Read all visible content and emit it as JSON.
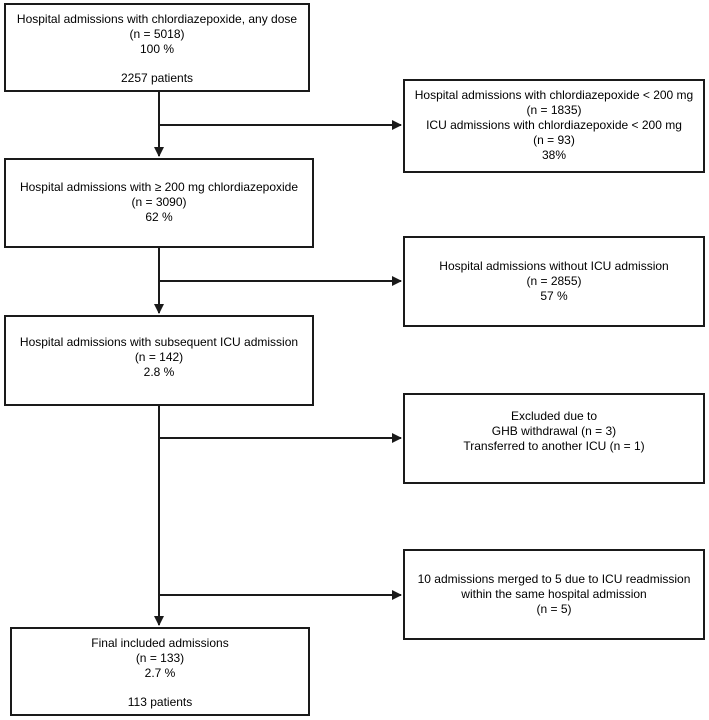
{
  "flowchart": {
    "box1": {
      "lines": [
        "Hospital admissions with chlordiazepoxide, any dose",
        "(n = 5018)",
        "100 %",
        "2257 patients"
      ]
    },
    "box2": {
      "lines": [
        "Hospital admissions with chlordiazepoxide < 200 mg",
        "(n = 1835)",
        "ICU admissions with chlordiazepoxide < 200 mg",
        "(n = 93)",
        "38%"
      ]
    },
    "box3": {
      "lines": [
        "Hospital admissions with ≥ 200 mg chlordiazepoxide",
        "(n = 3090)",
        "62 %"
      ]
    },
    "box4": {
      "lines": [
        "Hospital admissions without ICU admission",
        "(n = 2855)",
        "57 %"
      ]
    },
    "box5": {
      "lines": [
        "Hospital admissions with subsequent ICU admission",
        "(n = 142)",
        "2.8 %"
      ]
    },
    "box6": {
      "lines": [
        "Excluded due to",
        "GHB withdrawal (n = 3)",
        "Transferred to another ICU (n = 1)"
      ]
    },
    "box7": {
      "lines": [
        "10 admissions merged to 5 due to ICU readmission",
        "within the same hospital admission",
        "(n = 5)"
      ]
    },
    "box8": {
      "lines": [
        "Final included admissions",
        "(n = 133)",
        "2.7 %",
        "113 patients"
      ]
    }
  }
}
